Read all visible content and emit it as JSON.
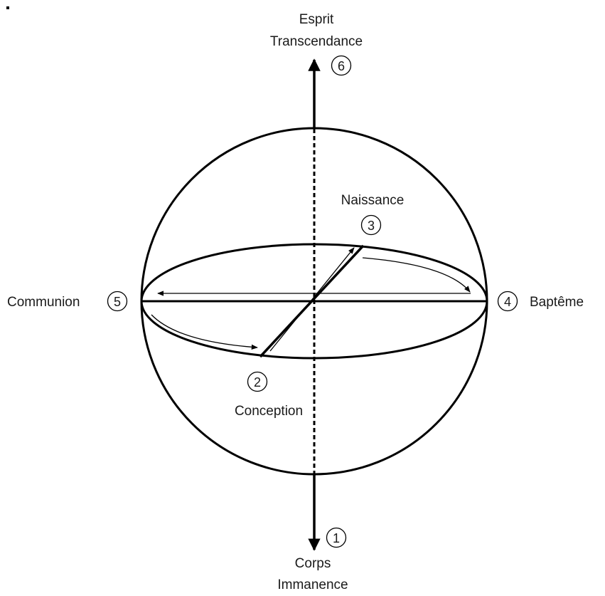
{
  "labels": {
    "top_line1": "Esprit",
    "top_line2": "Transcendance",
    "bottom_line1": "Corps",
    "bottom_line2": "Immanence",
    "naissance": "Naissance",
    "conception": "Conception",
    "communion": "Communion",
    "bapteme": "Baptême"
  },
  "markers": {
    "n1": "1",
    "n2": "2",
    "n3": "3",
    "n4": "4",
    "n5": "5",
    "n6": "6"
  },
  "colors": {
    "stroke": "#000000",
    "text": "#1a1a1a",
    "background": "#ffffff"
  }
}
